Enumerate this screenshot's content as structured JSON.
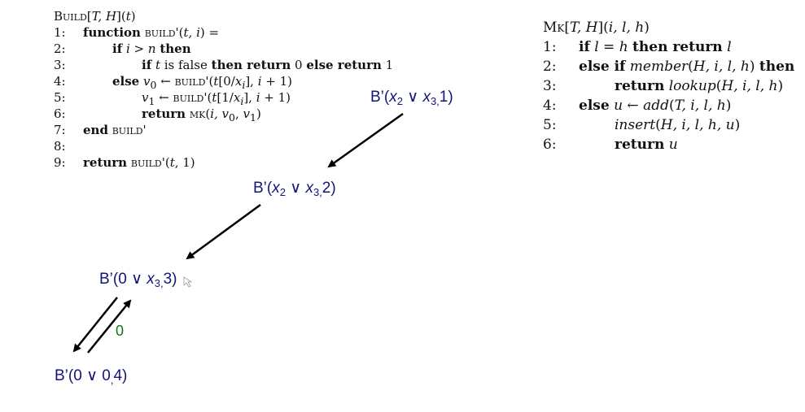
{
  "build": {
    "title": "Build[T, H](t)",
    "lines": [
      {
        "n": "1:",
        "text": "function build'(t, i) ="
      },
      {
        "n": "2:",
        "text": "if i > n then"
      },
      {
        "n": "3:",
        "text": "if t is false then return 0 else return 1"
      },
      {
        "n": "4:",
        "text": "else v0 ← build'(t[0/xi], i + 1)"
      },
      {
        "n": "5:",
        "text": "v1 ← build'(t[1/xi], i + 1)"
      },
      {
        "n": "6:",
        "text": "return mk(i, v0, v1)"
      },
      {
        "n": "7:",
        "text": "end build'"
      },
      {
        "n": "8:",
        "text": ""
      },
      {
        "n": "9:",
        "text": "return build'(t, 1)"
      }
    ]
  },
  "mk": {
    "title": "Mk[T, H](i, l, h)",
    "lines": [
      {
        "n": "1:",
        "text": "if l = h then return l"
      },
      {
        "n": "2:",
        "text": "else if member(H, i, l, h) then"
      },
      {
        "n": "3:",
        "text": "return lookup(H, i, l, h)"
      },
      {
        "n": "4:",
        "text": "else u ← add(T, i, l, h)"
      },
      {
        "n": "5:",
        "text": "insert(H, i, l, h, u)"
      },
      {
        "n": "6:",
        "text": "return u"
      }
    ]
  },
  "trace": {
    "nodes": [
      {
        "id": "n1",
        "label": "B'(x2 ∨ x3,1)"
      },
      {
        "id": "n2",
        "label": "B'(x2 ∨ x3,2)"
      },
      {
        "id": "n3",
        "label": "B'(0 ∨ x3,3)"
      },
      {
        "id": "n4",
        "label": "B'(0 ∨ 0,4)"
      }
    ],
    "return_label": "0",
    "colors": {
      "node": "#13137a",
      "return": "#117711",
      "arrow": "#000000"
    }
  }
}
